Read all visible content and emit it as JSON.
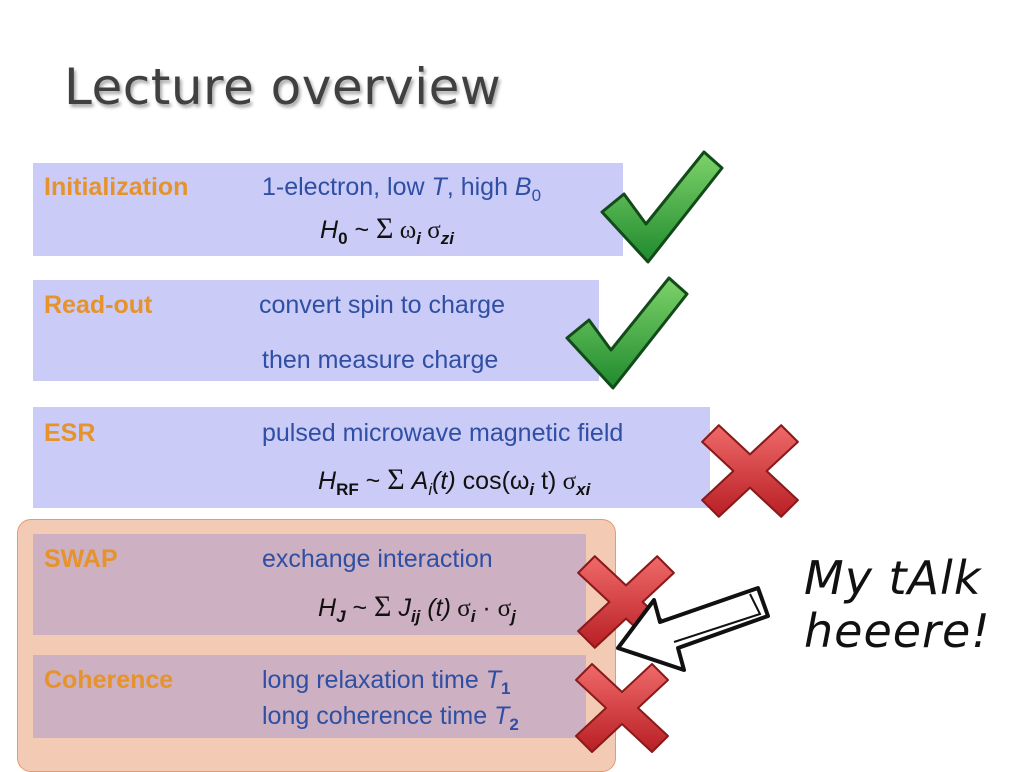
{
  "slide": {
    "title": "Lecture overview",
    "rows": [
      {
        "label": "Initialization",
        "line1": "1-electron,  low ",
        "line1_T": "T",
        "line1_mid": ", high ",
        "line1_B": "B",
        "line1_Bsub": "0",
        "eq": {
          "H": "H",
          "Hsub": "0",
          "tilde": " ~ ",
          "sum": "Σ",
          "w": " ω",
          "wsub": "i",
          "s": " σ",
          "ssub": "zi"
        },
        "status": "check"
      },
      {
        "label": "Read-out",
        "line1": "convert spin to charge",
        "line2": "then measure charge",
        "status": "check"
      },
      {
        "label": "ESR",
        "line1": "pulsed microwave magnetic field",
        "eq": {
          "H": "H",
          "Hsub": "RF",
          "tilde": " ~ ",
          "sum": "Σ",
          "A": " A",
          "Asub": "i",
          "t1": "(t)",
          "cos": " cos(ω",
          "cossub": "i",
          "t2": " t)",
          "s": "  σ",
          "ssub": "xi"
        },
        "status": "cross"
      },
      {
        "label": "SWAP",
        "line1": "exchange interaction",
        "eq": {
          "H": "H",
          "Hsub": "J",
          "tilde": " ~ ",
          "sum": "Σ",
          "J": " J",
          "Jsub": "ij",
          "t1": " (t)",
          "s1": "  σ",
          "s1sub": "i",
          "dot": " · ",
          "s2": "σ",
          "s2sub": "j"
        },
        "status": "cross"
      },
      {
        "label": "Coherence",
        "line1": "long relaxation time ",
        "line1_T": "T",
        "line1_Tsub": "1",
        "line2": "long coherence time ",
        "line2_T": "T",
        "line2_Tsub": "2",
        "status": "cross"
      }
    ],
    "annotation": {
      "line1": "My tAlk",
      "line2": "heeere!"
    }
  },
  "colors": {
    "label": "#e5932a",
    "text": "#2e4fa3",
    "box": "#cbcbf7",
    "highlight": "#f3cab4",
    "check": "#1f9a3a",
    "cross": "#d8383a"
  }
}
